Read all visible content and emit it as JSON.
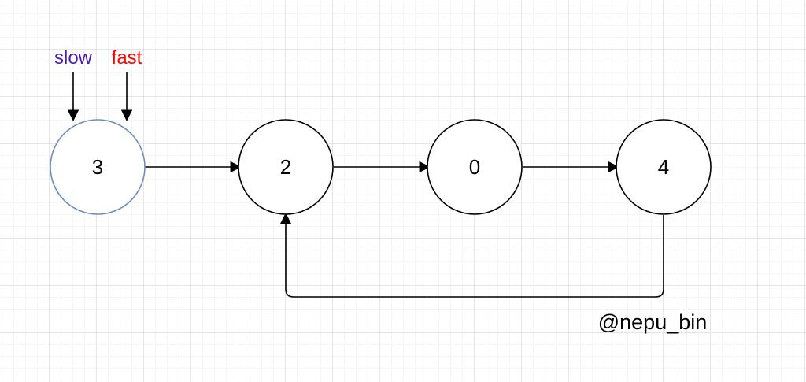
{
  "diagram": {
    "type": "linked-list-with-cycle",
    "nodes": [
      {
        "label": "3",
        "highlighted": true
      },
      {
        "label": "2",
        "highlighted": false
      },
      {
        "label": "0",
        "highlighted": false
      },
      {
        "label": "4",
        "highlighted": false
      }
    ],
    "edges": [
      {
        "from": "3",
        "to": "2"
      },
      {
        "from": "2",
        "to": "0"
      },
      {
        "from": "0",
        "to": "4"
      },
      {
        "from": "4",
        "to": "2",
        "cycle": true
      }
    ],
    "pointers": [
      {
        "label": "slow",
        "color": "#4c1db2",
        "points_to": "3"
      },
      {
        "label": "fast",
        "color": "#ff0000",
        "points_to": "3"
      }
    ],
    "watermark": "@nepu_bin",
    "colors": {
      "highlight_fill": "#dae8fc",
      "highlight_stroke": "#6c8ebf",
      "node_fill": "#ffffff",
      "node_stroke": "#000000",
      "arrow": "#000000"
    }
  }
}
